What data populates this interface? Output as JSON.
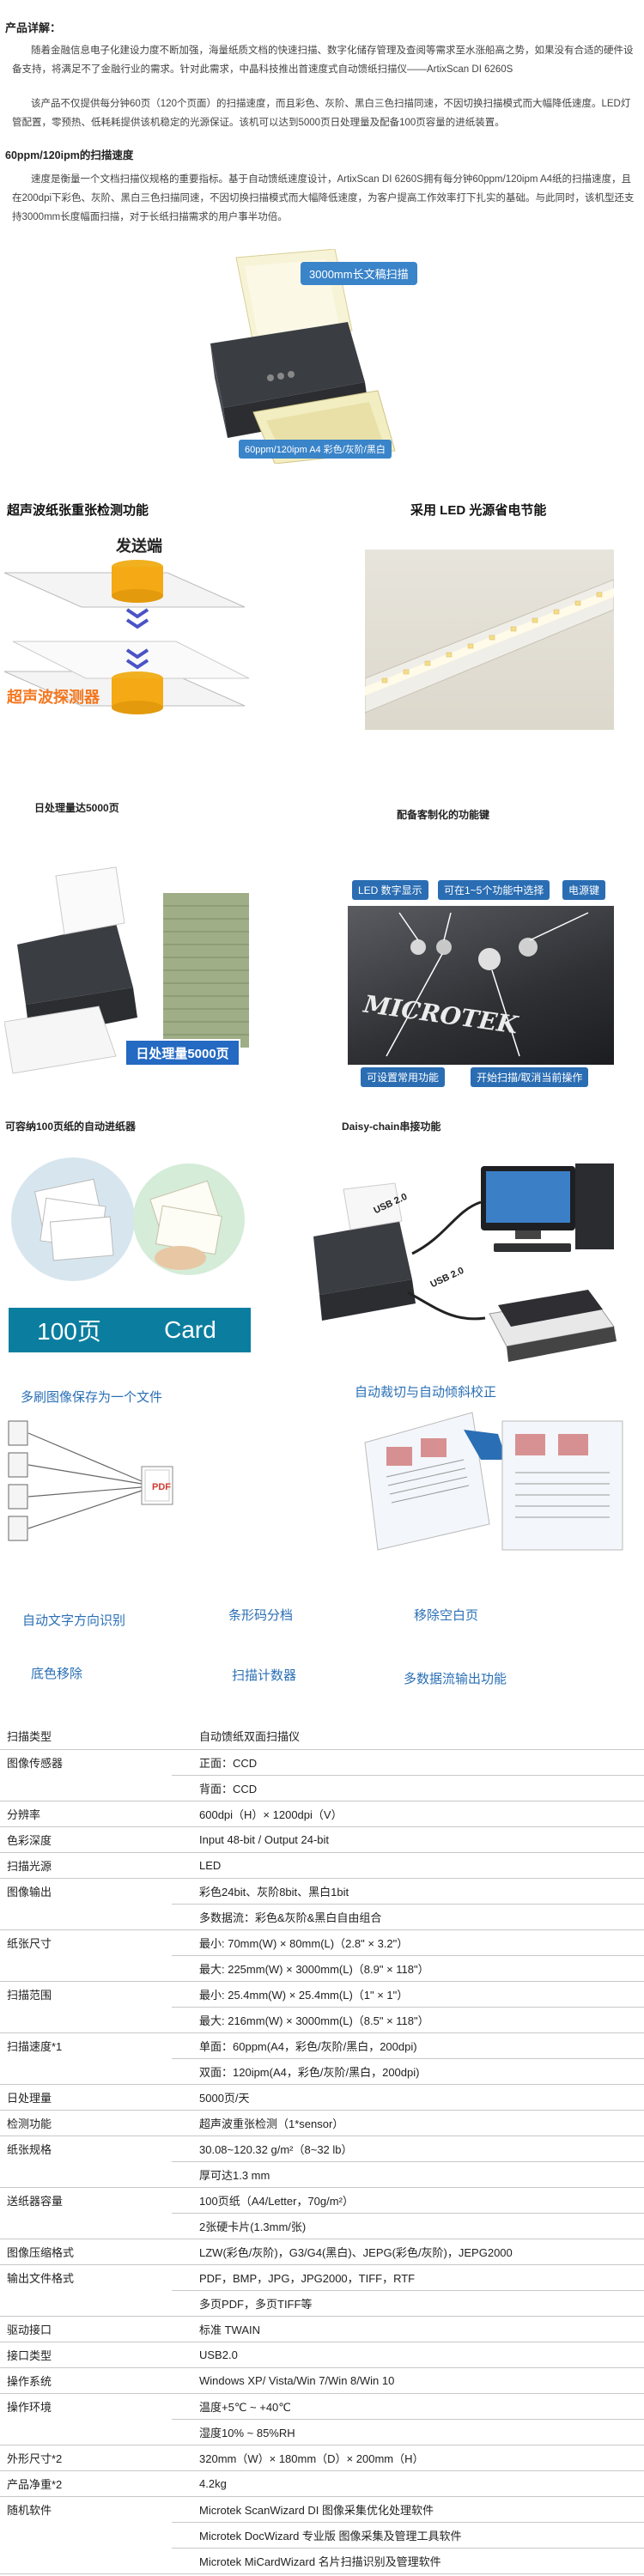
{
  "header": {
    "label": "产品详解："
  },
  "intro": {
    "p1": "随着金融信息电子化建设力度不断加强，海量纸质文档的快速扫描、数字化储存管理及查阅等需求至水涨船高之势，如果没有合适的硬件设备支持，将满足不了金融行业的需求。针对此需求，中晶科技推出首速度式自动馈纸扫描仪——ArtixScan DI 6260S",
    "p2": "该产品不仅提供每分钟60页（120个页面）的扫描速度，而且彩色、灰阶、黑白三色扫描同速，不因切换扫描模式而大幅降低速度。LED灯管配置，零预热、低耗耗提供该机稳定的光源保证。该机可以达到5000页日处理量及配备100页容量的进纸装置。"
  },
  "speed": {
    "title": "60ppm/120ipm的扫描速度",
    "para": "速度是衡量一个文档扫描仪规格的重要指标。基于自动馈纸速度设计，ArtixScan DI 6260S拥有每分钟60ppm/120ipm A4纸的扫描速度，且在200dpi下彩色、灰阶、黑白三色扫描同速，不因切换扫描模式而大幅降低速度，为客户提高工作效率打下扎实的基础。与此同时，该机型还支持3000mm长度幅面扫描，对于长纸扫描需求的用户事半功倍。",
    "callout_long": "3000mm长文稿扫描",
    "callout_speed": "60ppm/120ipm  A4  彩色/灰阶/黑白"
  },
  "ultrasonic": {
    "title": "超声波纸张重张检测功能",
    "send_label": "发送端",
    "detector_label": "超声波探测器"
  },
  "led": {
    "title": "采用 LED 光源省电节能"
  },
  "daily": {
    "title": "日处理量达5000页",
    "banner": "日处理量5000页"
  },
  "keys": {
    "title": "配备客制化的功能键",
    "callouts": [
      "LED 数字显示",
      "可在1~5个功能中选择",
      "电源键",
      "可设置常用功能",
      "开始扫描/取消当前操作"
    ],
    "brand": "MICROTEK"
  },
  "feeder": {
    "title": "可容纳100页纸的自动进纸器",
    "pages": "100页",
    "card": "Card"
  },
  "daisy": {
    "title": "Daisy-chain串接功能",
    "usb1": "USB 2.0",
    "usb2": "USB 2.0"
  },
  "features": {
    "multi": "多刷图像保存为一个文件",
    "crop": "自动裁切与自动倾斜校正",
    "orient": "自动文字方向识别",
    "barcode": "条形码分档",
    "blank": "移除空白页",
    "bg": "底色移除",
    "counter": "扫描计数器",
    "multiout": "多数据流输出功能",
    "pdf_label": "PDF"
  },
  "specs": [
    {
      "k": "扫描类型",
      "v": "自动馈纸双面扫描仪"
    },
    {
      "k": "图像传感器",
      "v": "正面：CCD"
    },
    {
      "k": "",
      "v": "背面：CCD"
    },
    {
      "k": "分辨率",
      "v": "600dpi（H）× 1200dpi（V）"
    },
    {
      "k": "色彩深度",
      "v": "Input 48-bit / Output 24-bit"
    },
    {
      "k": "扫描光源",
      "v": "LED"
    },
    {
      "k": "图像输出",
      "v": "彩色24bit、灰阶8bit、黑白1bit"
    },
    {
      "k": "",
      "v": "多数据流：彩色&灰阶&黑白自由组合"
    },
    {
      "k": "纸张尺寸",
      "v": "最小: 70mm(W) × 80mm(L)（2.8\" × 3.2\"）"
    },
    {
      "k": "",
      "v": "最大: 225mm(W) × 3000mm(L)（8.9\" × 118\"）"
    },
    {
      "k": "扫描范围",
      "v": "最小: 25.4mm(W) × 25.4mm(L)（1\" × 1\"）"
    },
    {
      "k": "",
      "v": "最大: 216mm(W) × 3000mm(L)（8.5\" × 118\"）"
    },
    {
      "k": "扫描速度*1",
      "v": "单面：60ppm(A4，彩色/灰阶/黑白，200dpi)"
    },
    {
      "k": "",
      "v": "双面：120ipm(A4，彩色/灰阶/黑白，200dpi)"
    },
    {
      "k": "日处理量",
      "v": "5000页/天"
    },
    {
      "k": "检测功能",
      "v": "超声波重张检测（1*sensor）"
    },
    {
      "k": "纸张规格",
      "v": "30.08~120.32 g/m²（8~32 lb）"
    },
    {
      "k": "",
      "v": "厚可达1.3 mm"
    },
    {
      "k": "送纸器容量",
      "v": "100页纸（A4/Letter，70g/m²）"
    },
    {
      "k": "",
      "v": "2张硬卡片(1.3mm/张)"
    },
    {
      "k": "图像压缩格式",
      "v": "LZW(彩色/灰阶)，G3/G4(黑白)、JEPG(彩色/灰阶)，JEPG2000"
    },
    {
      "k": "输出文件格式",
      "v": "PDF，BMP，JPG，JPG2000，TIFF，RTF"
    },
    {
      "k": "",
      "v": "多页PDF，多页TIFF等"
    },
    {
      "k": "驱动接口",
      "v": "标准 TWAIN"
    },
    {
      "k": "接口类型",
      "v": "USB2.0"
    },
    {
      "k": "操作系统",
      "v": "Windows XP/ Vista/Win 7/Win 8/Win 10"
    },
    {
      "k": "操作环境",
      "v": "温度+5℃ ~ +40℃"
    },
    {
      "k": "",
      "v": "湿度10% ~ 85%RH"
    },
    {
      "k": "外形尺寸*2",
      "v": "320mm（W）× 180mm（D）× 200mm（H）"
    },
    {
      "k": "产品净重*2",
      "v": "4.2kg"
    },
    {
      "k": "随机软件",
      "v": "Microtek ScanWizard DI 图像采集优化处理软件"
    },
    {
      "k": "",
      "v": "Microtek DocWizard 专业版 图像采集及管理工具软件"
    },
    {
      "k": "",
      "v": "Microtek MiCardWizard 名片扫描识别及管理软件"
    }
  ]
}
